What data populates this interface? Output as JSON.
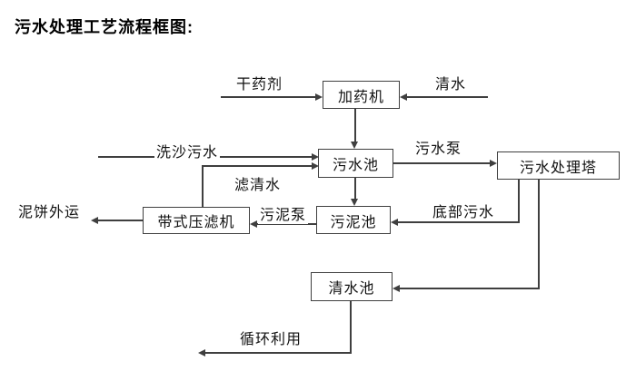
{
  "title": "污水处理工艺流程框图:",
  "nodes": {
    "dosing_machine": "加药机",
    "sewage_pool": "污水池",
    "treatment_tower": "污水处理塔",
    "belt_filter_press": "带式压滤机",
    "sludge_pool": "污泥池",
    "clean_water_pool": "清水池"
  },
  "edges": {
    "dry_chemical": "干药剂",
    "clean_water": "清水",
    "sand_washing_sewage": "洗沙污水",
    "filtered_water": "滤清水",
    "sewage_pump": "污水泵",
    "sludge_pump": "污泥泵",
    "bottom_sewage": "底部污水",
    "mud_cake_outbound": "泥饼外运",
    "recycle_use": "循环利用"
  },
  "colors": {
    "line": "#3f3f3f",
    "text": "#111111",
    "background": "#ffffff"
  }
}
